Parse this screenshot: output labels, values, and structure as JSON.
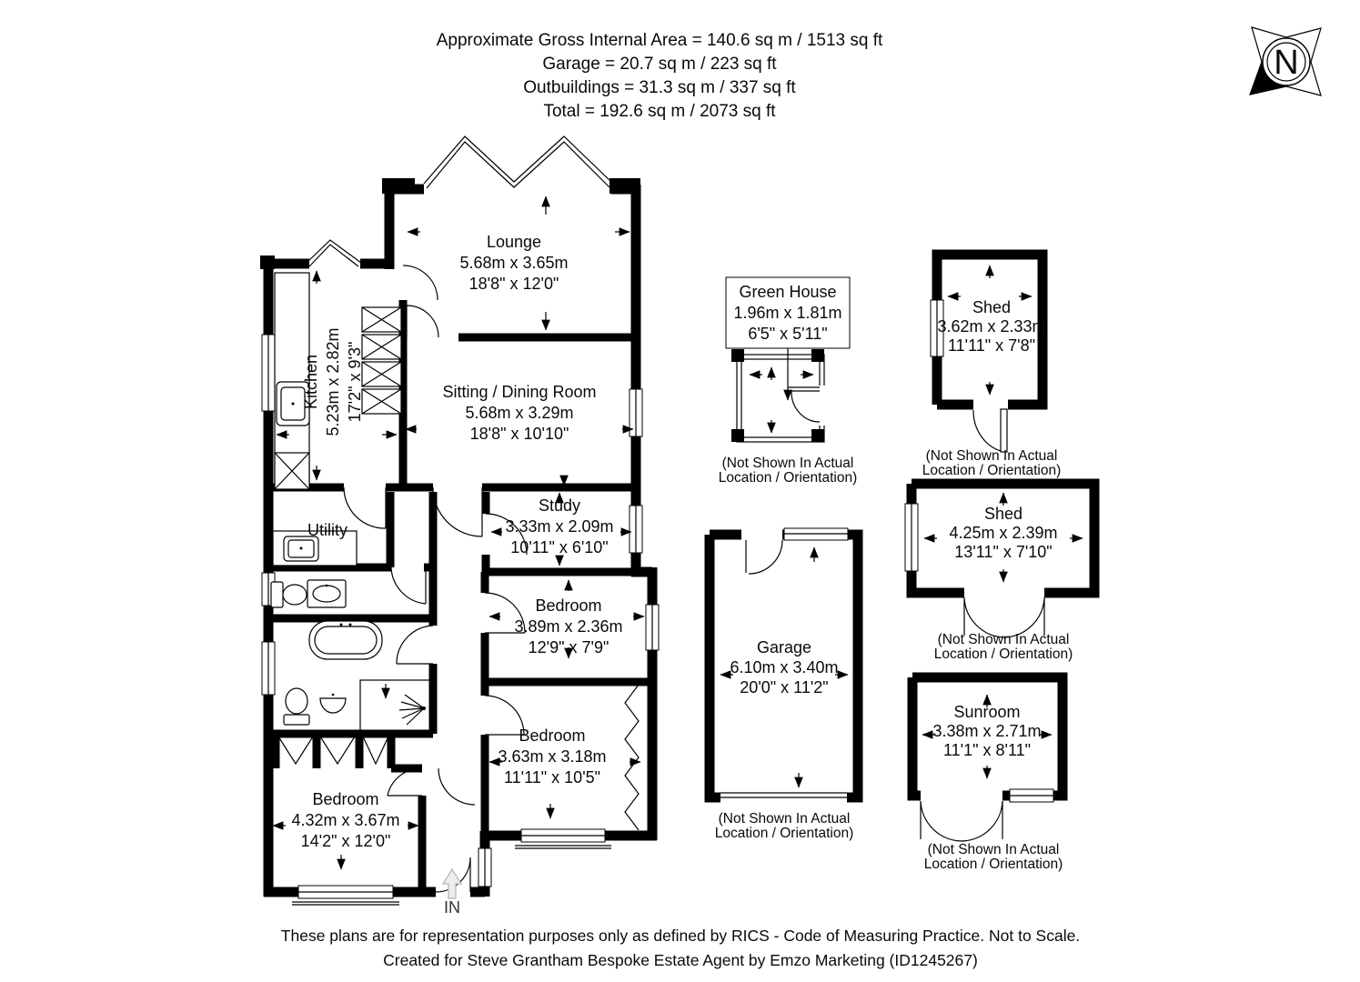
{
  "title_block": {
    "line1": "Approximate Gross Internal Area = 140.6 sq m / 1513 sq ft",
    "line2": "Garage = 20.7 sq m / 223 sq ft",
    "line3": "Outbuildings = 31.3 sq m / 337 sq ft",
    "line4": "Total = 192.6 sq m / 2073 sq ft"
  },
  "compass": {
    "label": "N"
  },
  "rooms": {
    "lounge": {
      "name": "Lounge",
      "metric": "5.68m x 3.65m",
      "imperial": "18'8\" x 12'0\""
    },
    "kitchen": {
      "name": "Kitchen",
      "metric": "5.23m x 2.82m",
      "imperial": "17'2\" x 9'3\""
    },
    "sitting_dining": {
      "name": "Sitting / Dining Room",
      "metric": "5.68m x 3.29m",
      "imperial": "18'8\" x 10'10\""
    },
    "study": {
      "name": "Study",
      "metric": "3.33m x 2.09m",
      "imperial": "10'11\" x 6'10\""
    },
    "utility": {
      "name": "Utility"
    },
    "bedroom1": {
      "name": "Bedroom",
      "metric": "3.89m x 2.36m",
      "imperial": "12'9\" x 7'9\""
    },
    "bedroom2": {
      "name": "Bedroom",
      "metric": "3.63m x 3.18m",
      "imperial": "11'11\" x 10'5\""
    },
    "bedroom3": {
      "name": "Bedroom",
      "metric": "4.32m x 3.67m",
      "imperial": "14'2\" x 12'0\""
    }
  },
  "outbuildings": {
    "greenhouse": {
      "name": "Green House",
      "metric": "1.96m x 1.81m",
      "imperial": "6'5\" x 5'11\""
    },
    "shed1": {
      "name": "Shed",
      "metric": "3.62m x 2.33m",
      "imperial": "11'11\" x 7'8\""
    },
    "shed2": {
      "name": "Shed",
      "metric": "4.25m x 2.39m",
      "imperial": "13'11\" x 7'10\""
    },
    "garage": {
      "name": "Garage",
      "metric": "6.10m x 3.40m",
      "imperial": "20'0\" x 11'2\""
    },
    "sunroom": {
      "name": "Sunroom",
      "metric": "3.38m x 2.71m",
      "imperial": "11'1\" x 8'11\""
    }
  },
  "note": {
    "line1": "(Not Shown In Actual",
    "line2": "Location / Orientation)"
  },
  "entrance": {
    "label": "IN"
  },
  "footer": {
    "line1": "These plans are for representation purposes only as defined by RICS - Code of Measuring Practice. Not to Scale.",
    "line2": "Created for Steve Grantham Bespoke Estate Agent by Emzo Marketing (ID1245267)"
  }
}
